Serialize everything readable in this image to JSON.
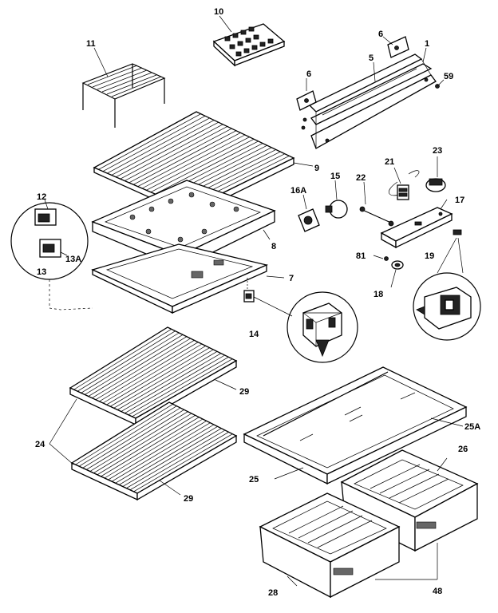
{
  "diagram": {
    "callouts": [
      {
        "id": "c10",
        "text": "10"
      },
      {
        "id": "c6a",
        "text": "6"
      },
      {
        "id": "c11",
        "text": "11"
      },
      {
        "id": "c6b",
        "text": "6"
      },
      {
        "id": "c5",
        "text": "5"
      },
      {
        "id": "c1",
        "text": "1"
      },
      {
        "id": "c59",
        "text": "59"
      },
      {
        "id": "c9",
        "text": "9"
      },
      {
        "id": "c23",
        "text": "23"
      },
      {
        "id": "c21",
        "text": "21"
      },
      {
        "id": "c15",
        "text": "15"
      },
      {
        "id": "c22",
        "text": "22"
      },
      {
        "id": "c16a",
        "text": "16A"
      },
      {
        "id": "c17",
        "text": "17"
      },
      {
        "id": "c12",
        "text": "12"
      },
      {
        "id": "c13a",
        "text": "13A"
      },
      {
        "id": "c13",
        "text": "13"
      },
      {
        "id": "c8",
        "text": "8"
      },
      {
        "id": "c81",
        "text": "81"
      },
      {
        "id": "c19",
        "text": "19"
      },
      {
        "id": "c7",
        "text": "7"
      },
      {
        "id": "c18",
        "text": "18"
      },
      {
        "id": "c14",
        "text": "14"
      },
      {
        "id": "c29a",
        "text": "29"
      },
      {
        "id": "c25a",
        "text": "25A"
      },
      {
        "id": "c24",
        "text": "24"
      },
      {
        "id": "c26a",
        "text": "26"
      },
      {
        "id": "c25",
        "text": "25"
      },
      {
        "id": "c29b",
        "text": "29"
      },
      {
        "id": "c28",
        "text": "28"
      },
      {
        "id": "c48",
        "text": "48"
      }
    ]
  }
}
